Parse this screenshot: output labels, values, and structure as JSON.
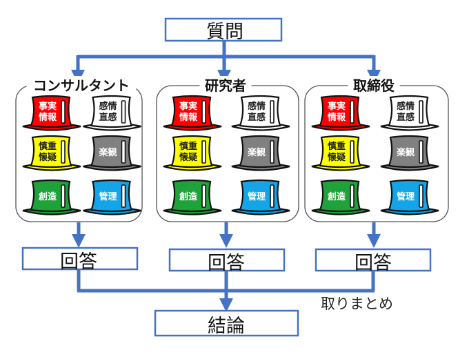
{
  "colors": {
    "connector": "#4472c4",
    "box_border": "#4472c4",
    "group_border": "#555555",
    "hat_outline": "#111111"
  },
  "question": {
    "label": "質問"
  },
  "groups": [
    {
      "title": "コンサルタント",
      "answer": "回答",
      "hats": [
        {
          "lines": [
            "事実",
            "情報"
          ],
          "fill": "#ff0000",
          "text_color": "#ffffff"
        },
        {
          "lines": [
            "感情",
            "直感"
          ],
          "fill": "#ffffff",
          "text_color": "#222222"
        },
        {
          "lines": [
            "慎重",
            "懐疑"
          ],
          "fill": "#ffff00",
          "text_color": "#222222"
        },
        {
          "lines": [
            "楽観"
          ],
          "fill": "#808080",
          "text_color": "#ffffff"
        },
        {
          "lines": [
            "創造"
          ],
          "fill": "#1fa23a",
          "text_color": "#ffffff"
        },
        {
          "lines": [
            "管理"
          ],
          "fill": "#14a5e8",
          "text_color": "#ffffff"
        }
      ]
    },
    {
      "title": "研究者",
      "answer": "回答",
      "hats": [
        {
          "lines": [
            "事実",
            "情報"
          ],
          "fill": "#ff0000",
          "text_color": "#ffffff"
        },
        {
          "lines": [
            "感情",
            "直感"
          ],
          "fill": "#ffffff",
          "text_color": "#222222"
        },
        {
          "lines": [
            "慎重",
            "懐疑"
          ],
          "fill": "#ffff00",
          "text_color": "#222222"
        },
        {
          "lines": [
            "楽観"
          ],
          "fill": "#808080",
          "text_color": "#ffffff"
        },
        {
          "lines": [
            "創造"
          ],
          "fill": "#1fa23a",
          "text_color": "#ffffff"
        },
        {
          "lines": [
            "管理"
          ],
          "fill": "#14a5e8",
          "text_color": "#ffffff"
        }
      ]
    },
    {
      "title": "取締役",
      "answer": "回答",
      "hats": [
        {
          "lines": [
            "事実",
            "情報"
          ],
          "fill": "#ff0000",
          "text_color": "#ffffff"
        },
        {
          "lines": [
            "感情",
            "直感"
          ],
          "fill": "#ffffff",
          "text_color": "#222222"
        },
        {
          "lines": [
            "慎重",
            "懐疑"
          ],
          "fill": "#ffff00",
          "text_color": "#222222"
        },
        {
          "lines": [
            "楽観"
          ],
          "fill": "#808080",
          "text_color": "#ffffff"
        },
        {
          "lines": [
            "創造"
          ],
          "fill": "#1fa23a",
          "text_color": "#ffffff"
        },
        {
          "lines": [
            "管理"
          ],
          "fill": "#14a5e8",
          "text_color": "#ffffff"
        }
      ]
    }
  ],
  "aggregate_label": "取りまとめ",
  "conclusion": {
    "label": "結論"
  }
}
